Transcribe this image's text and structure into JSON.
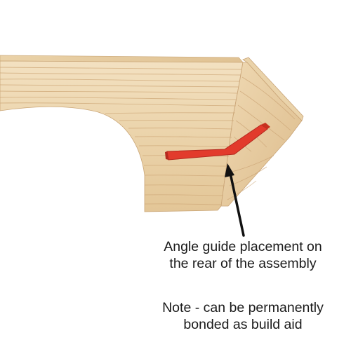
{
  "colors": {
    "background": "#ffffff",
    "wood_light": "#f1dcb8",
    "wood_mid": "#e6cca0",
    "wood_dark": "#d4b283",
    "grain": "#c9a477",
    "guide_red": "#e23b2c",
    "guide_red_dark": "#b52a1f",
    "arrow": "#111111",
    "text": "#1a1a1a"
  },
  "captions": {
    "placement_line1": "Angle guide placement on",
    "placement_line2": "the rear of the assembly",
    "note_line1": "Note - can be permanently",
    "note_line2": "bonded as build aid"
  },
  "icons": {
    "angle_guide": "angle-guide-icon",
    "pointer": "arrow-icon"
  }
}
